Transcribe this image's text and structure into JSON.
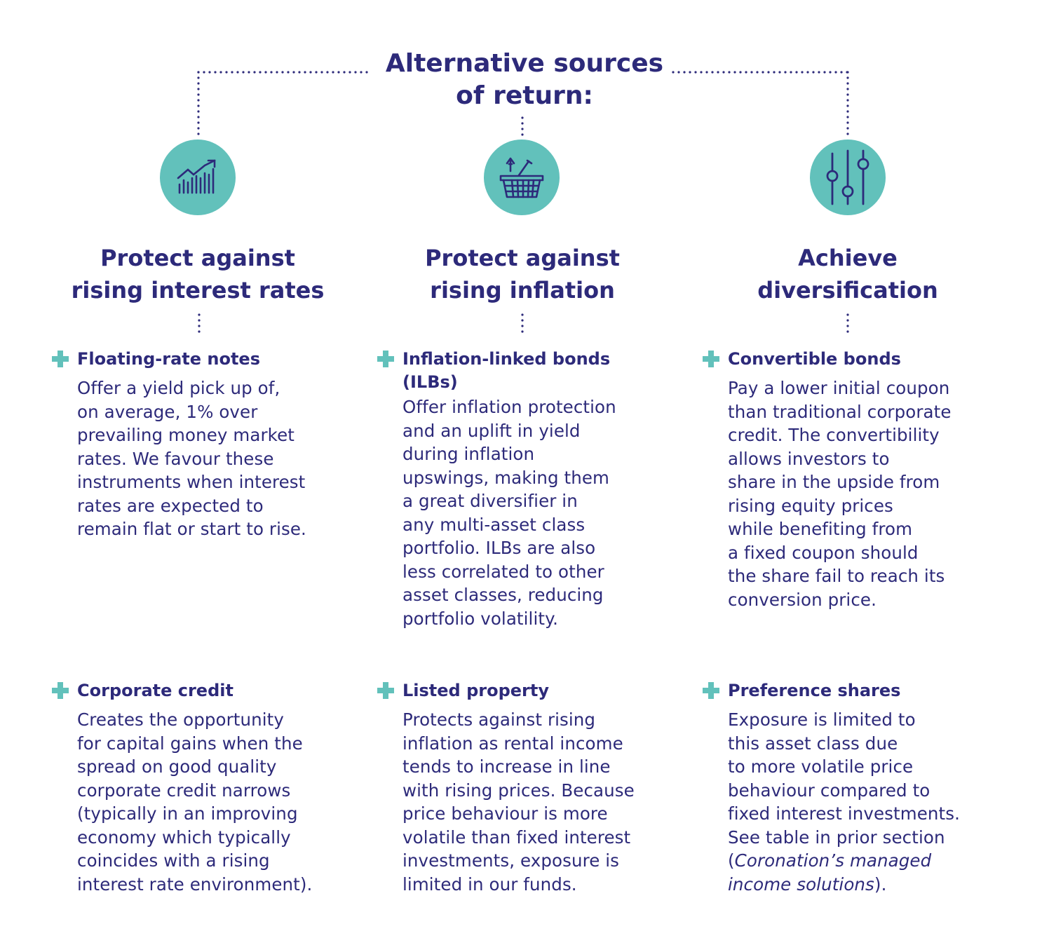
{
  "title": {
    "line1": "Alternative sources",
    "line2": "of return:"
  },
  "colors": {
    "navy": "#2d2a7a",
    "teal": "#62c1bb"
  },
  "columns": [
    {
      "icon": "rising-chart-icon",
      "heading": [
        "Protect against",
        "rising interest rates"
      ],
      "items": [
        {
          "title": [
            "Floating-rate notes"
          ],
          "body": [
            "Offer a yield pick up of,",
            "on average, 1% over",
            "prevailing money market",
            "rates. We favour these",
            "instruments when interest",
            "rates are expected to",
            "remain flat or start to rise."
          ]
        },
        {
          "title": [
            "Corporate credit"
          ],
          "body": [
            "Creates the opportunity",
            "for capital gains when the",
            "spread on good quality",
            "corporate credit narrows",
            "(typically in an improving",
            "economy which typically",
            "coincides with a rising",
            "interest rate environment)."
          ]
        }
      ]
    },
    {
      "icon": "shopping-basket-icon",
      "heading": [
        "Protect against",
        "rising inflation"
      ],
      "items": [
        {
          "title": [
            "Inflation-linked bonds",
            "(ILBs)"
          ],
          "body": [
            "Offer inflation protection",
            "and an uplift in yield",
            "during inflation",
            "upswings, making them",
            "a great diversifier in",
            "any multi-asset class",
            "portfolio. ILBs are also",
            "less correlated to other",
            "asset classes, reducing",
            "portfolio volatility."
          ]
        },
        {
          "title": [
            "Listed property"
          ],
          "body": [
            "Protects against rising",
            "inflation as rental income",
            "tends to increase in line",
            "with rising prices. Because",
            "price behaviour is more",
            "volatile than fixed interest",
            "investments, exposure is",
            "limited in our funds."
          ]
        }
      ]
    },
    {
      "icon": "sliders-icon",
      "heading": [
        "Achieve",
        "diversification"
      ],
      "items": [
        {
          "title": [
            "Convertible bonds"
          ],
          "body": [
            "Pay a lower initial coupon",
            "than traditional corporate",
            "credit. The convertibility",
            "allows investors to",
            "share in the upside from",
            "rising equity prices",
            "while benefiting from",
            "a fixed coupon should",
            "the share fail to reach its",
            "conversion price."
          ]
        },
        {
          "title": [
            "Preference shares"
          ],
          "body": [
            "Exposure is limited to",
            "this asset class due",
            "to more volatile price",
            "behaviour compared to",
            "fixed interest investments.",
            "See table in prior section"
          ],
          "body_tail": {
            "open": "(",
            "italic1": "Coronation’s managed",
            "italic2": "income solutions",
            "close": ")."
          }
        }
      ]
    }
  ]
}
